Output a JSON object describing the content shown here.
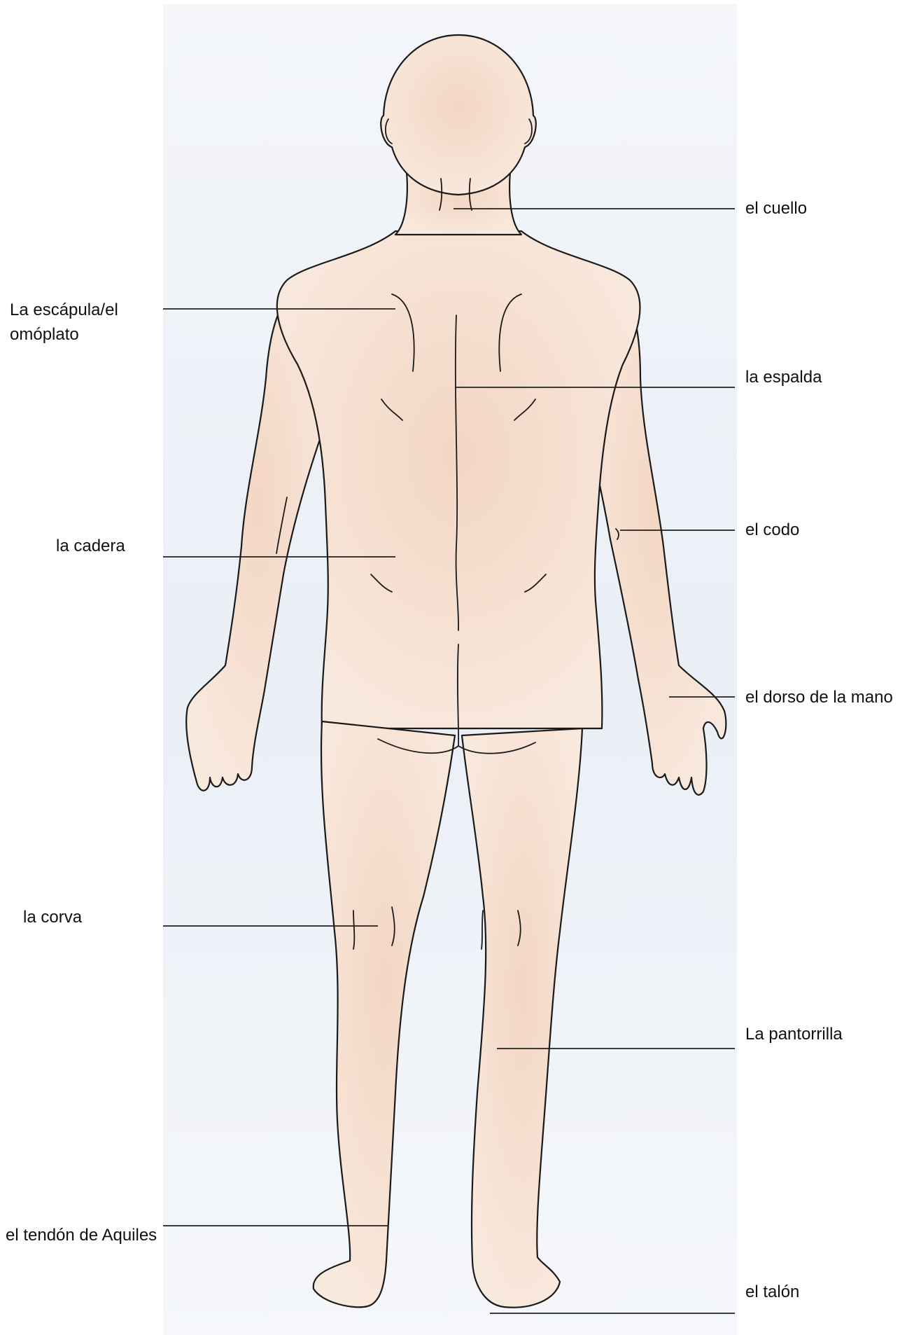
{
  "labels": {
    "cuello": "el cuello",
    "escapula_line1": "La escápula/el",
    "escapula_line2": "omóplato",
    "espalda": "la espalda",
    "codo": "el codo",
    "cadera": "la cadera",
    "dorso_mano": "el dorso de la mano",
    "corva": "la corva",
    "pantorrilla": "La pantorrilla",
    "tendon": "el tendón de Aquiles",
    "talon": "el talón"
  },
  "colors": {
    "skin": "#f6e4d6",
    "skin_warm": "#f0cdb8",
    "outline": "#1a1a1a",
    "paper_wash": "#e9eef5",
    "leader_line": "#222222"
  }
}
